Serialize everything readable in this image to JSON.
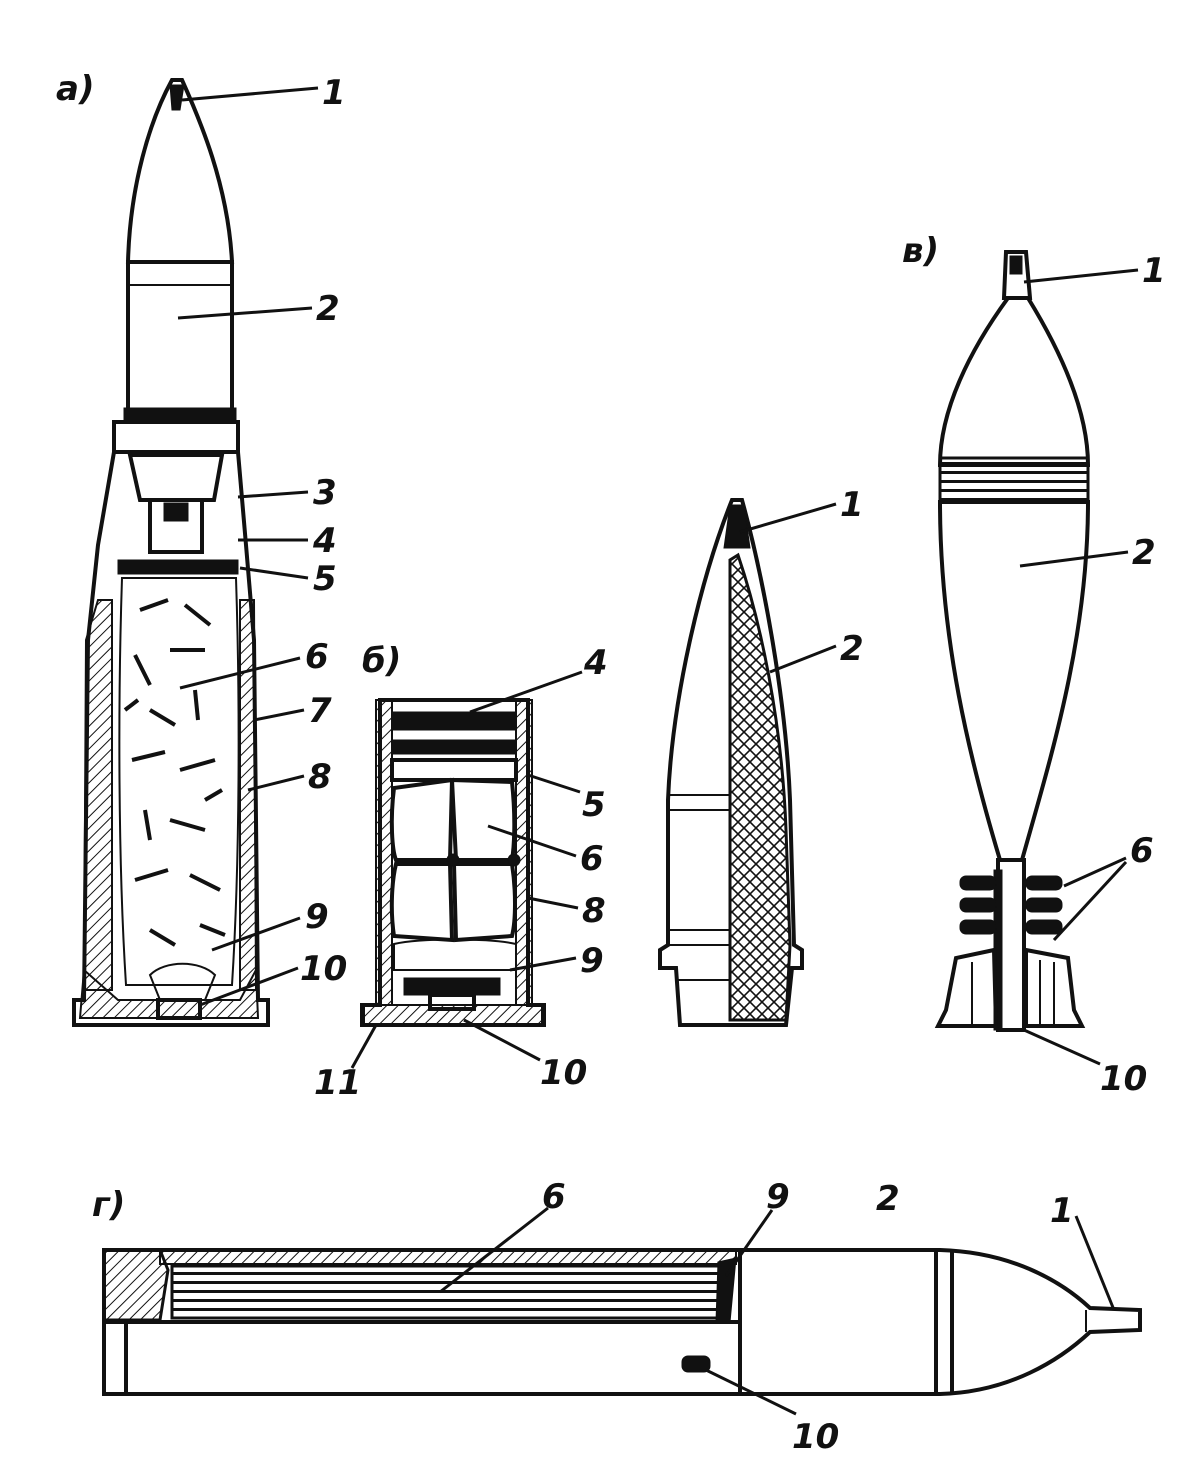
{
  "colors": {
    "ink": "#111111",
    "paper": "#ffffff"
  },
  "figures": {
    "a": {
      "tag": "а)",
      "labels": {
        "n1": "1",
        "n2": "2",
        "n3": "3",
        "n4": "4",
        "n5": "5",
        "n6": "6",
        "n7": "7",
        "n8": "8",
        "n9": "9",
        "n10": "10"
      }
    },
    "b": {
      "tag": "б)",
      "labels": {
        "n4": "4",
        "n5": "5",
        "n6": "6",
        "n8": "8",
        "n9": "9",
        "n10": "10",
        "n11": "11"
      }
    },
    "projectile": {
      "labels": {
        "n1": "1",
        "n2": "2"
      }
    },
    "v": {
      "tag": "в)",
      "labels": {
        "n1": "1",
        "n2": "2",
        "n6": "6",
        "n10": "10"
      }
    },
    "g": {
      "tag": "г)",
      "labels": {
        "n6": "6",
        "n9": "9",
        "n2": "2",
        "n1": "1",
        "n10": "10"
      }
    }
  }
}
